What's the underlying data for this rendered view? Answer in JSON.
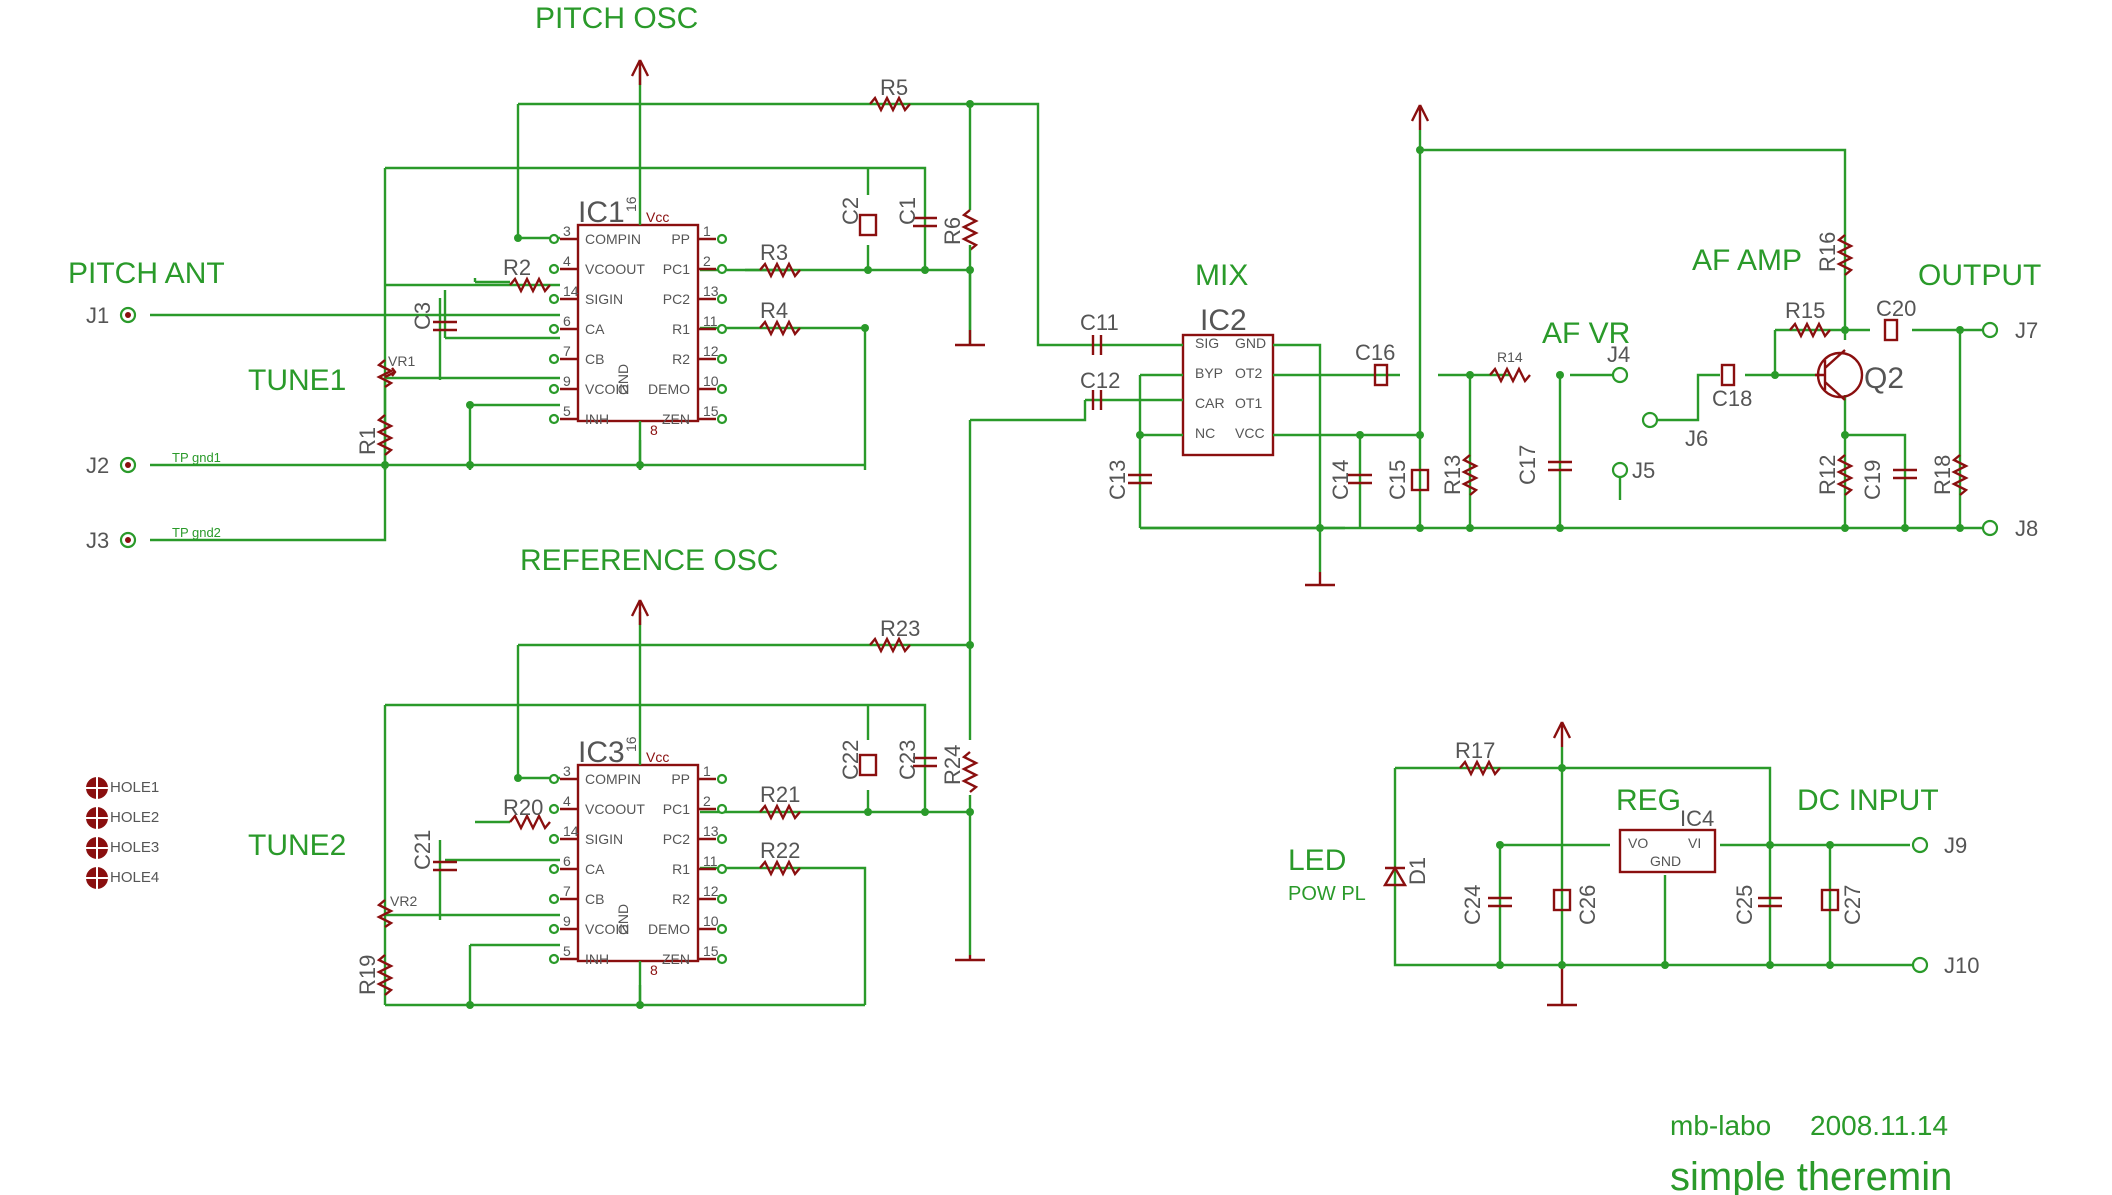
{
  "sections": {
    "pitch_osc": "PITCH OSC",
    "reference_osc": "REFERENCE OSC",
    "pitch_ant": "PITCH ANT",
    "tune1": "TUNE1",
    "tune2": "TUNE2",
    "mix": "MIX",
    "af_vr": "AF VR",
    "af_amp": "AF AMP",
    "output": "OUTPUT",
    "reg": "REG",
    "dc_input": "DC INPUT",
    "led": "LED",
    "pow_pl": "POW PL"
  },
  "ics": {
    "ic1": {
      "name": "IC1",
      "vcc": "Vcc",
      "gnd": "GND",
      "pin16": "16",
      "pin8": "8",
      "left_pins": [
        {
          "n": "3",
          "label": "COMPIN"
        },
        {
          "n": "4",
          "label": "VCOOUT"
        },
        {
          "n": "14",
          "label": "SIGIN"
        },
        {
          "n": "6",
          "label": "CA"
        },
        {
          "n": "7",
          "label": "CB"
        },
        {
          "n": "9",
          "label": "VCOIN"
        },
        {
          "n": "5",
          "label": "INH"
        }
      ],
      "right_pins": [
        {
          "n": "1",
          "label": "PP"
        },
        {
          "n": "2",
          "label": "PC1"
        },
        {
          "n": "13",
          "label": "PC2"
        },
        {
          "n": "11",
          "label": "R1"
        },
        {
          "n": "12",
          "label": "R2"
        },
        {
          "n": "10",
          "label": "DEMO"
        },
        {
          "n": "15",
          "label": "ZEN"
        }
      ]
    },
    "ic3": {
      "name": "IC3",
      "vcc": "Vcc",
      "gnd": "GND",
      "pin16": "16",
      "pin8": "8",
      "left_pins": [
        {
          "n": "3",
          "label": "COMPIN"
        },
        {
          "n": "4",
          "label": "VCOOUT"
        },
        {
          "n": "14",
          "label": "SIGIN"
        },
        {
          "n": "6",
          "label": "CA"
        },
        {
          "n": "7",
          "label": "CB"
        },
        {
          "n": "9",
          "label": "VCOIN"
        },
        {
          "n": "5",
          "label": "INH"
        }
      ],
      "right_pins": [
        {
          "n": "1",
          "label": "PP"
        },
        {
          "n": "2",
          "label": "PC1"
        },
        {
          "n": "13",
          "label": "PC2"
        },
        {
          "n": "11",
          "label": "R1"
        },
        {
          "n": "12",
          "label": "R2"
        },
        {
          "n": "10",
          "label": "DEMO"
        },
        {
          "n": "15",
          "label": "ZEN"
        }
      ]
    },
    "ic2": {
      "name": "IC2",
      "pins": [
        "SIG",
        "GND",
        "BYP",
        "OT2",
        "CAR",
        "OT1",
        "NC",
        "VCC"
      ]
    },
    "ic4": {
      "name": "IC4",
      "pins": [
        "VO",
        "VI",
        "GND"
      ]
    }
  },
  "parts": {
    "r1": "R1",
    "r2": "R2",
    "r3": "R3",
    "r4": "R4",
    "r5": "R5",
    "r6": "R6",
    "r12": "R12",
    "r13": "R13",
    "r14": "R14",
    "r15": "R15",
    "r16": "R16",
    "r17": "R17",
    "r18": "R18",
    "r19": "R19",
    "r20": "R20",
    "r21": "R21",
    "r22": "R22",
    "r23": "R23",
    "r24": "R24",
    "c1": "C1",
    "c2": "C2",
    "c3": "C3",
    "c11": "C11",
    "c12": "C12",
    "c13": "C13",
    "c14": "C14",
    "c15": "C15",
    "c16": "C16",
    "c17": "C17",
    "c18": "C18",
    "c19": "C19",
    "c20": "C20",
    "c21": "C21",
    "c22": "C22",
    "c23": "C23",
    "c24": "C24",
    "c25": "C25",
    "c26": "C26",
    "c27": "C27",
    "vr1": "VR1",
    "vr2": "VR2",
    "q2": "Q2",
    "d1": "D1"
  },
  "connectors": {
    "j1": "J1",
    "j2": "J2",
    "j3": "J3",
    "j4": "J4",
    "j5": "J5",
    "j6": "J6",
    "j7": "J7",
    "j8": "J8",
    "j9": "J9",
    "j10": "J10"
  },
  "nets": {
    "tp_gnd1": "TP gnd1",
    "tp_gnd2": "TP gnd2"
  },
  "holes": [
    "HOLE1",
    "HOLE2",
    "HOLE3",
    "HOLE4"
  ],
  "footer": {
    "author": "mb-labo",
    "date": "2008.11.14",
    "title": "simple theremin"
  }
}
